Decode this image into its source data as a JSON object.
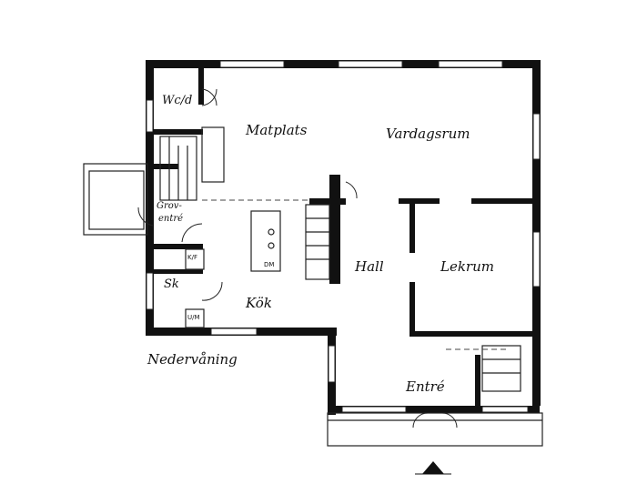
{
  "floor_name": "Nedervåning",
  "rooms": {
    "wcd": "Wc/d",
    "matplats": "Matplats",
    "vardagsrum": "Vardagsrum",
    "grov": "Grov-",
    "entre_small": "entré",
    "sk": "Sk",
    "kok": "Kök",
    "hall": "Hall",
    "lekrum": "Lekrum",
    "entre": "Entré"
  },
  "appliances": {
    "kf": "K/F",
    "dm": "DM",
    "um": "U/M"
  },
  "colors": {
    "wall": "#111111",
    "line": "#222222",
    "background": "#ffffff"
  },
  "icons": {
    "north_marker": "triangle-up"
  }
}
